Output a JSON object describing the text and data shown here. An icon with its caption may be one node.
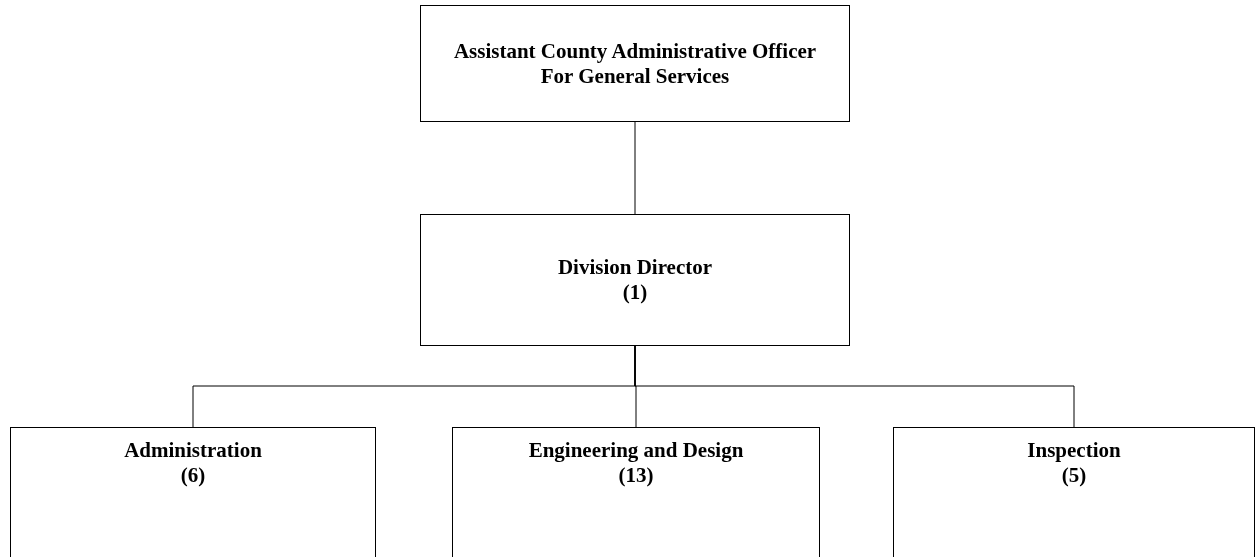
{
  "diagram": {
    "nodes": [
      {
        "text": [
          "Assistant County Administrative Officer For General Services"
        ]
      },
      {
        "text": [
          "Division Director",
          "(1)"
        ]
      },
      {
        "text": [
          "Administration",
          "(6)"
        ]
      },
      {
        "text": [
          "Engineering and Design",
          "(13)"
        ]
      },
      {
        "text": [
          "Inspection",
          "(5)"
        ]
      }
    ],
    "edges": [
      {
        "from": 0,
        "to": 1,
        "arrow": "none"
      },
      {
        "from": 1,
        "to": 2,
        "arrow": "none"
      },
      {
        "from": 1,
        "to": 3,
        "arrow": "none"
      },
      {
        "from": 1,
        "to": 4,
        "arrow": "none"
      }
    ]
  }
}
